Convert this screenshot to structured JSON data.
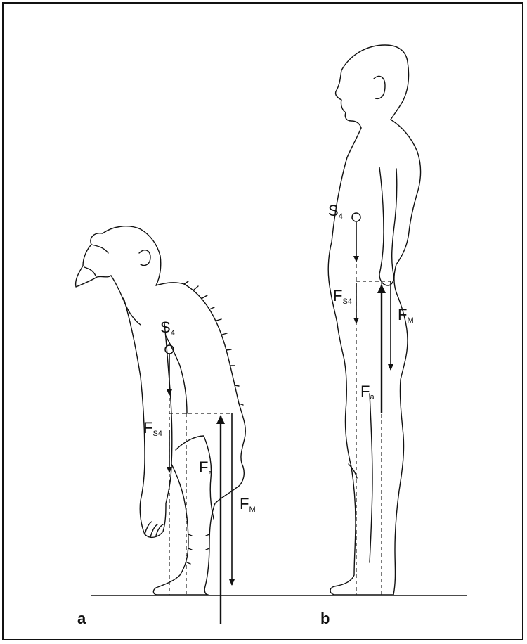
{
  "panels": {
    "a": {
      "label": "a"
    },
    "b": {
      "label": "b"
    }
  },
  "labels": {
    "s4_main": "S",
    "s4_sub": "4",
    "fs4_main": "F",
    "fs4_sub": "S4",
    "fa_main": "F",
    "fa_sub": "a",
    "fm_main": "F",
    "fm_sub": "M"
  }
}
